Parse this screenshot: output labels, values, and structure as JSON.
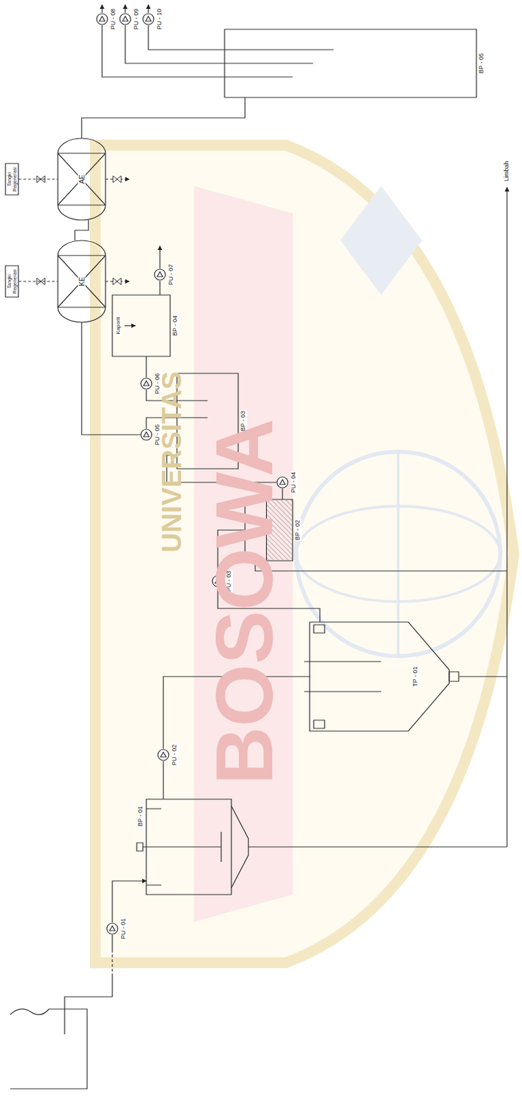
{
  "diagram": {
    "nodes": [
      {
        "text": [
          "PU - 01"
        ]
      },
      {
        "text": [
          "BP - 01"
        ]
      },
      {
        "text": [
          "PU - 02"
        ]
      },
      {
        "text": [
          "TP - 01"
        ]
      },
      {
        "text": [
          "PU - 03"
        ]
      },
      {
        "text": [
          "BP - 02"
        ]
      },
      {
        "text": [
          "PU - 04"
        ]
      },
      {
        "text": [
          "BP - 03"
        ]
      },
      {
        "text": [
          "PU - 05"
        ]
      },
      {
        "text": [
          "PU - 06"
        ]
      },
      {
        "text": [
          "BP - 04"
        ]
      },
      {
        "text": [
          "PU - 07"
        ]
      },
      {
        "text": [
          "KE"
        ]
      },
      {
        "text": [
          "AE"
        ]
      },
      {
        "text": [
          "Tangki Regenerasi"
        ]
      },
      {
        "text": [
          "Tangki Regenerasi"
        ]
      },
      {
        "text": [
          "BP - 05"
        ]
      },
      {
        "text": [
          "PU - 08"
        ]
      },
      {
        "text": [
          "PU - 09"
        ]
      },
      {
        "text": [
          "PU - 10"
        ]
      }
    ],
    "edges": [
      {
        "from": 0,
        "to": 1,
        "arrow": "to"
      },
      {
        "from": 1,
        "to": 2,
        "arrow": "none"
      },
      {
        "from": 2,
        "to": 3,
        "arrow": "none"
      },
      {
        "from": 3,
        "to": 4,
        "arrow": "none"
      },
      {
        "from": 4,
        "to": 5,
        "arrow": "none"
      },
      {
        "from": 5,
        "to": 6,
        "arrow": "none"
      },
      {
        "from": 6,
        "to": 7,
        "arrow": "none"
      },
      {
        "from": 7,
        "to": 8,
        "arrow": "none"
      },
      {
        "from": 8,
        "to": 12,
        "arrow": "none"
      },
      {
        "from": 7,
        "to": 9,
        "arrow": "none"
      },
      {
        "from": 9,
        "to": 10,
        "arrow": "none"
      },
      {
        "from": 10,
        "to": 11,
        "arrow": "none"
      },
      {
        "from": 12,
        "to": 13,
        "arrow": "none"
      },
      {
        "from": 13,
        "to": 16,
        "arrow": "none"
      },
      {
        "from": 14,
        "to": 12,
        "arrow": "none"
      },
      {
        "from": 15,
        "to": 13,
        "arrow": "none"
      },
      {
        "from": 16,
        "to": 17,
        "arrow": "none"
      },
      {
        "from": 16,
        "to": 18,
        "arrow": "none"
      },
      {
        "from": 16,
        "to": 19,
        "arrow": "none"
      }
    ],
    "labels": [
      "Kaporit",
      "Limbah",
      "UNIVERSITAS",
      "BOSOWA"
    ]
  }
}
